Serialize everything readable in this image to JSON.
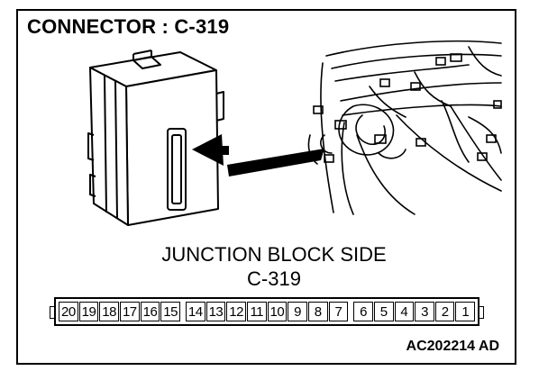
{
  "header": {
    "title": "CONNECTOR : C-319"
  },
  "view": {
    "side_label": "JUNCTION BLOCK SIDE",
    "connector_id": "C-319"
  },
  "connector": {
    "pins": [
      "20",
      "19",
      "18",
      "17",
      "16",
      "15",
      "14",
      "13",
      "12",
      "11",
      "10",
      "9",
      "8",
      "7",
      "6",
      "5",
      "4",
      "3",
      "2",
      "1"
    ],
    "group_breaks_after": [
      "15",
      "7"
    ]
  },
  "footer": {
    "figure_code": "AC202214 AD"
  },
  "icons": [
    "junction-block-illustration",
    "pointer-arrow-icon",
    "dashboard-wiring-illustration"
  ]
}
